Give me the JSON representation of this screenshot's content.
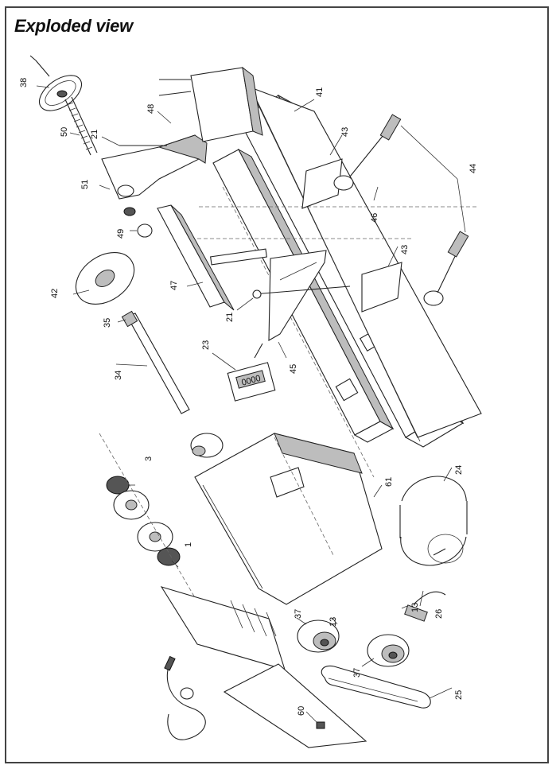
{
  "title": "Exploded view",
  "part_labels": [
    {
      "id": "p38",
      "text": "38"
    },
    {
      "id": "p50",
      "text": "50"
    },
    {
      "id": "p21a",
      "text": "21"
    },
    {
      "id": "p48",
      "text": "48"
    },
    {
      "id": "p41",
      "text": "41"
    },
    {
      "id": "p43a",
      "text": "43"
    },
    {
      "id": "p44",
      "text": "44"
    },
    {
      "id": "p51",
      "text": "51"
    },
    {
      "id": "p49",
      "text": "49"
    },
    {
      "id": "p46",
      "text": "46"
    },
    {
      "id": "p42",
      "text": "42"
    },
    {
      "id": "p47",
      "text": "47"
    },
    {
      "id": "p43b",
      "text": "43"
    },
    {
      "id": "p35",
      "text": "35"
    },
    {
      "id": "p21b",
      "text": "21"
    },
    {
      "id": "p34",
      "text": "34"
    },
    {
      "id": "p23",
      "text": "23"
    },
    {
      "id": "p45",
      "text": "45"
    },
    {
      "id": "p3",
      "text": "3"
    },
    {
      "id": "p61",
      "text": "61"
    },
    {
      "id": "p24",
      "text": "24"
    },
    {
      "id": "p1",
      "text": "1"
    },
    {
      "id": "p37a",
      "text": "37"
    },
    {
      "id": "p13a",
      "text": "13"
    },
    {
      "id": "p13b",
      "text": "13"
    },
    {
      "id": "p26",
      "text": "26"
    },
    {
      "id": "p37b",
      "text": "37"
    },
    {
      "id": "p25",
      "text": "25"
    },
    {
      "id": "p60",
      "text": "60"
    }
  ],
  "counter_display": "0000"
}
